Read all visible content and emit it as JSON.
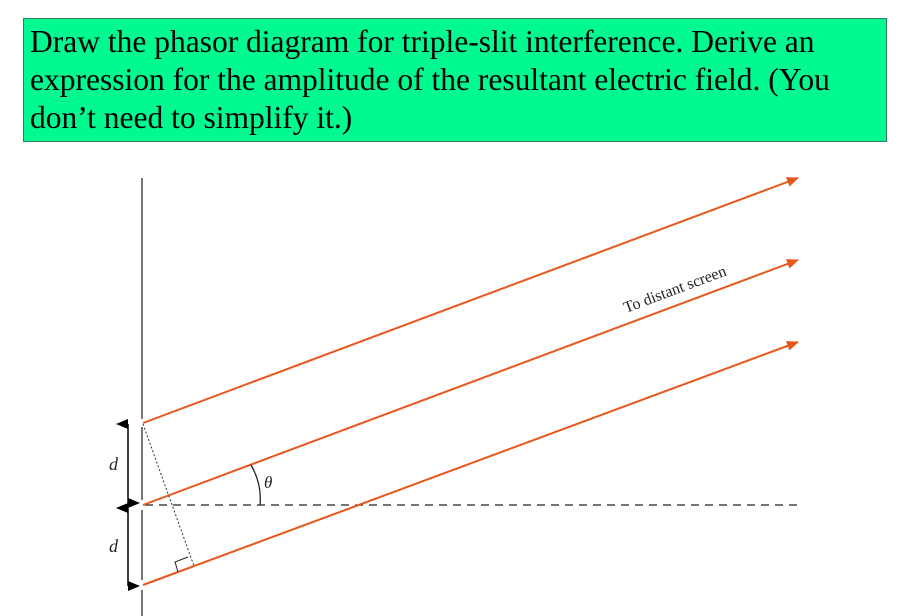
{
  "question": {
    "text": "Draw the phasor diagram for triple-slit interference. Derive an expression for the amplitude of the resultant electric field. (You don’t need to simplify it.)",
    "background_color": "#00fa90"
  },
  "diagram": {
    "ray_label": "To distant screen",
    "angle_label": "θ",
    "spacing_label_upper": "d",
    "spacing_label_lower": "d",
    "ray_color": "#e8561a",
    "barrier_color": "#777777"
  }
}
